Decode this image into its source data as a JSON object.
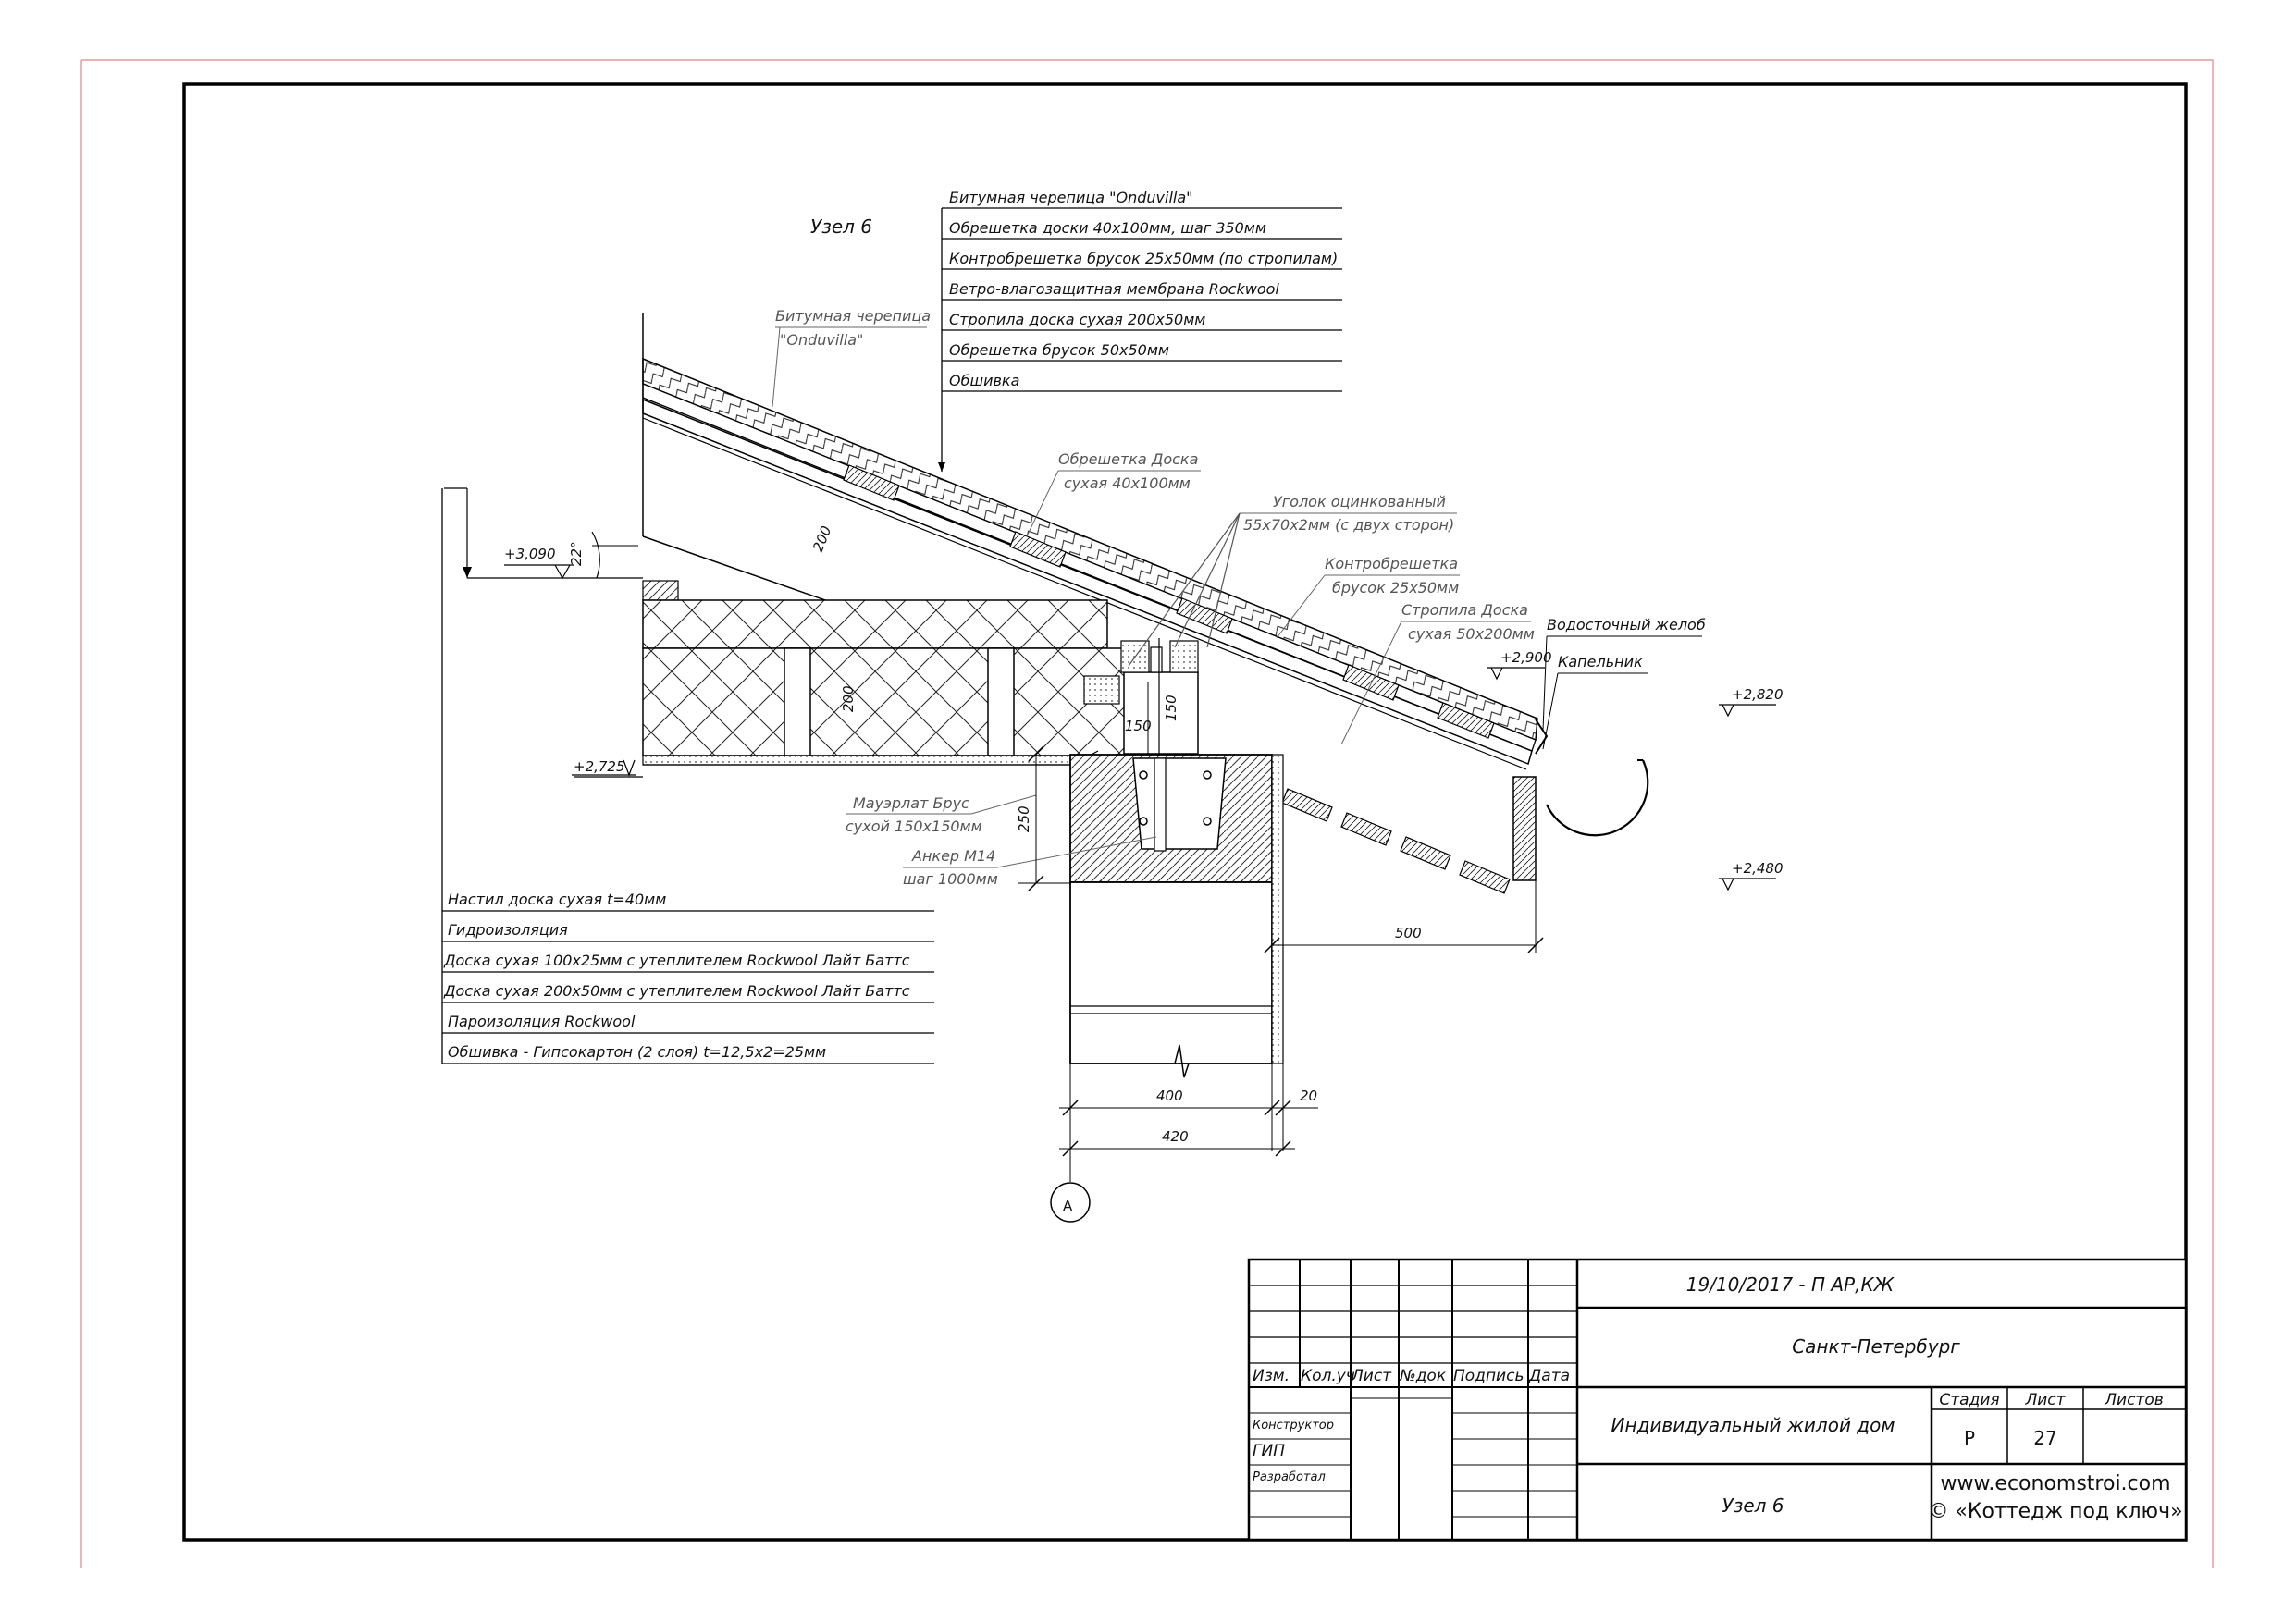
{
  "drawing": {
    "node_title": "Узел 6",
    "roof_layers": [
      "Битумная черепица \"Onduvilla\"",
      "Обрешетка доски 40х100мм, шаг 350мм",
      "Контробрешетка брусок 25х50мм (по стропилам)",
      "Ветро-влагозащитная мембрана Rockwool",
      "Стропила доска сухая 200х50мм",
      "Обрешетка брусок 50х50мм",
      "Обшивка"
    ],
    "floor_layers": [
      "Настил доска сухая t=40мм",
      "Гидроизоляция",
      "Доска сухая 100х25мм с утеплителем Rockwool Лайт Баттс",
      "Доска сухая 200х50мм с утеплителем Rockwool Лайт Баттс",
      "Пароизоляция Rockwool",
      "Обшивка - Гипсокартон (2 слоя) t=12,5х2=25мм"
    ],
    "callouts": {
      "shingle_line1": "Битумная черепица",
      "shingle_line2": "\"Onduvilla\"",
      "batten_line1": "Обрешетка Доска",
      "batten_line2": "сухая 40х100мм",
      "angle_line1": "Уголок оцинкованный",
      "angle_line2": "55х70х2мм (с двух сторон)",
      "counter_line1": "Контробрешетка",
      "counter_line2": "брусок 25х50мм",
      "rafter_line1": "Стропила Доска",
      "rafter_line2": "сухая 50х200мм",
      "gutter": "Водосточный желоб",
      "drip": "Капельник",
      "mauerlat_line1": "Мауэрлат Брус",
      "mauerlat_line2": "сухой 150х150мм",
      "anchor_line1": "Анкер М14",
      "anchor_line2": "шаг 1000мм"
    },
    "levels": {
      "l1": "+3,090",
      "l2": "+2,725",
      "l3": "+2,900",
      "l4": "+2,820",
      "l5": "+2,480"
    },
    "angle": "22°",
    "dims": {
      "d200_rafter": "200",
      "d200_joist": "200",
      "d150_a": "150",
      "d150_b": "150",
      "d250": "250",
      "d500": "500",
      "d400": "400",
      "d20": "20",
      "d420": "420"
    },
    "axis": "А"
  },
  "title_block": {
    "code": "19/10/2017 - П  АР,КЖ",
    "city": "Санкт-Петербург",
    "object": "Индивидуальный жилой дом",
    "sheet_name": "Узел 6",
    "headers": [
      "Изм.",
      "Кол.уч",
      "Лист",
      "№док",
      "Подпись",
      "Дата"
    ],
    "roles": [
      "Конструктор",
      "ГИП",
      "Разработал"
    ],
    "stage_label": "Стадия",
    "sheet_label": "Лист",
    "sheets_label": "Листов",
    "stage_value": "Р",
    "sheet_value": "27",
    "sheets_value": "",
    "website": "www.economstroi.com",
    "copyright": "© «Коттедж под ключ»"
  }
}
